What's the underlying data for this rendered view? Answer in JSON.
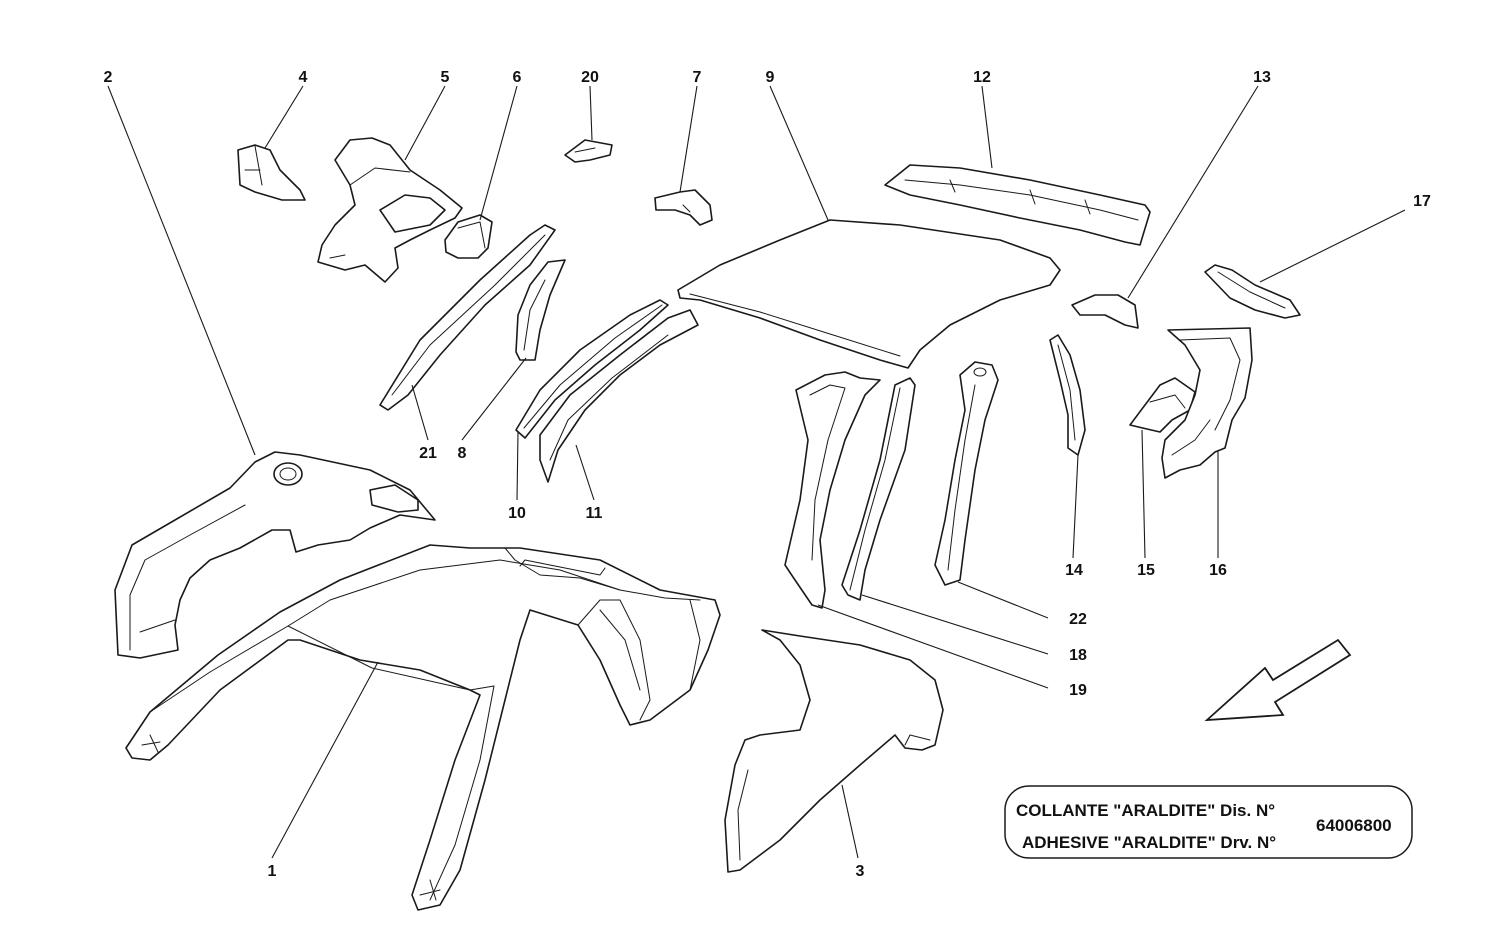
{
  "callouts": {
    "c1": "1",
    "c2": "2",
    "c3": "3",
    "c4": "4",
    "c5": "5",
    "c6": "6",
    "c7": "7",
    "c8": "8",
    "c9": "9",
    "c10": "10",
    "c11": "11",
    "c12": "12",
    "c13": "13",
    "c14": "14",
    "c15": "15",
    "c16": "16",
    "c17": "17",
    "c18": "18",
    "c19": "19",
    "c20": "20",
    "c21": "21",
    "c22": "22"
  },
  "note": {
    "line1": "COLLANTE \"ARALDITE\" Dis. N°",
    "line2": "ADHESIVE \"ARALDITE\" Drv. N°",
    "drawing_number": "64006800"
  },
  "icons": {
    "direction_arrow": "front-direction-arrow-icon"
  }
}
